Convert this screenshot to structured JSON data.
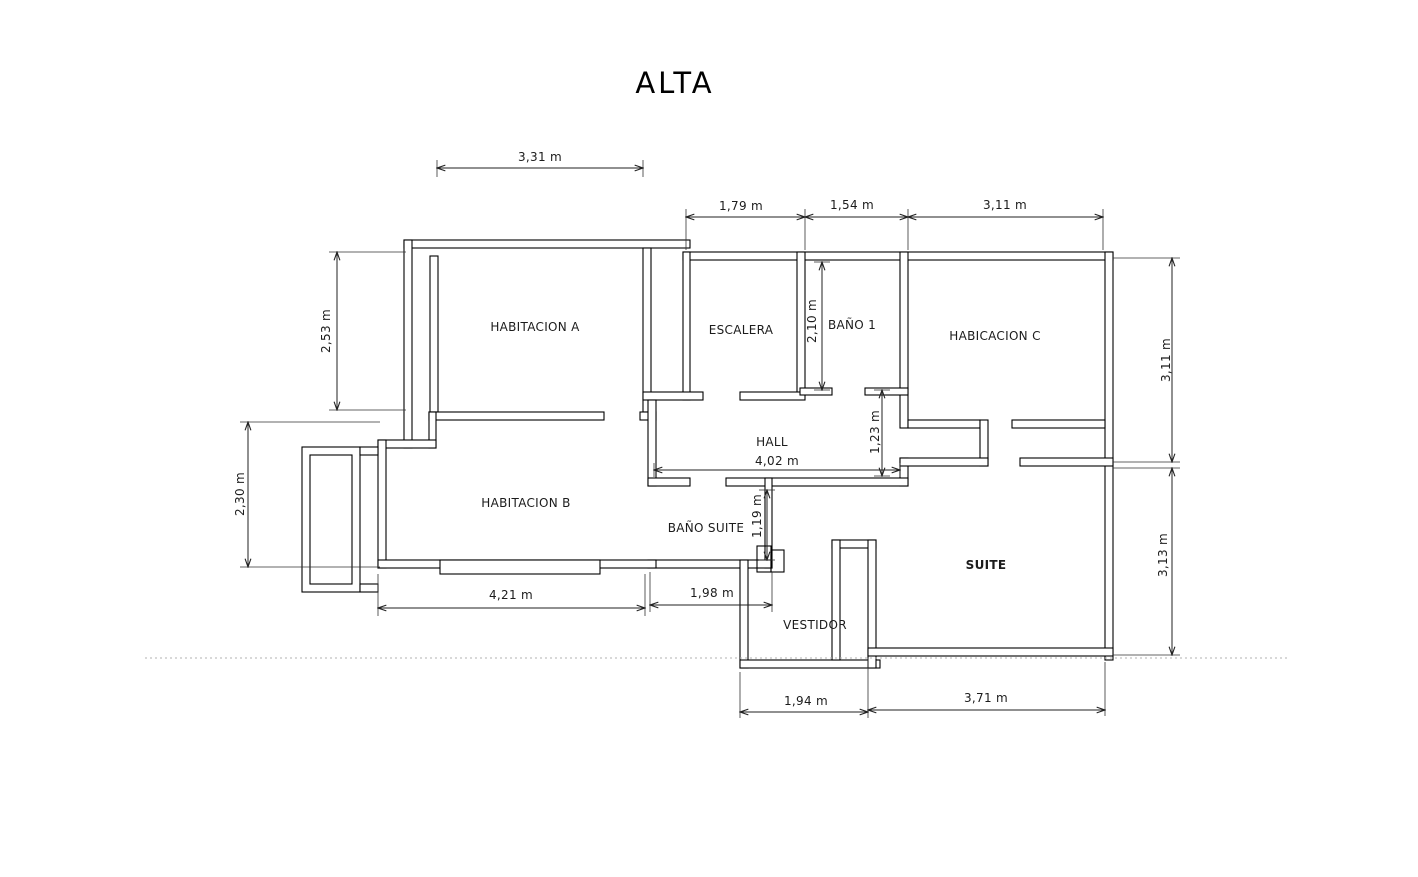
{
  "title": "ALTA",
  "rooms": {
    "habitacion_a": "HABITACION A",
    "escalera": "ESCALERA",
    "bano_1": "BAÑO 1",
    "habitacion_c": "HABICACION C",
    "hall": "HALL",
    "hall_width": "4,02 m",
    "habitacion_b": "HABITACION B",
    "bano_suite": "BAÑO SUITE",
    "suite": "SUITE",
    "vestidor": "VESTIDOR"
  },
  "dimensions": {
    "top_habitacion_a": "3,31 m",
    "top_escalera": "1,79 m",
    "top_bano_1": "1,54 m",
    "top_habitacion_c": "3,11 m",
    "left_habitacion_a": "2,53 m",
    "left_habitacion_b": "2,30 m",
    "right_habitacion_c": "3,11 m",
    "right_suite": "3,13 m",
    "inner_bano_1": "2,10 m",
    "inner_hall": "1,23 m",
    "inner_bano_suite": "1,19 m",
    "bottom_habitacion_b": "4,21 m",
    "bottom_bano_suite": "1,98 m",
    "bottom_vestidor": "1,94 m",
    "bottom_suite": "3,71 m"
  }
}
